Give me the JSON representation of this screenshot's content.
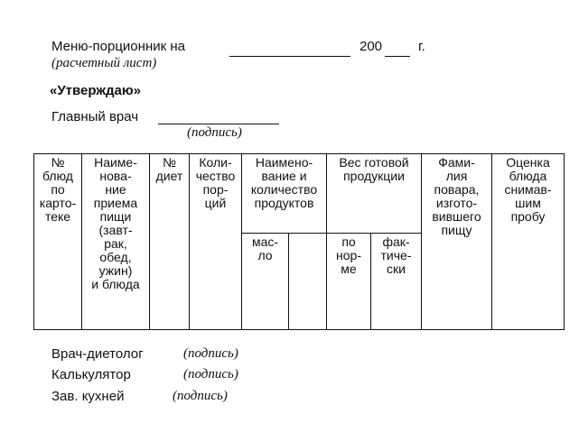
{
  "header": {
    "menu_title": "Меню-порционник на",
    "year_prefix": "200",
    "year_suffix": "г.",
    "calc_sheet": "(расчетный лист)",
    "approve": "«Утверждаю»",
    "chief_doctor": "Главный врач",
    "signature_note": "(подпись)"
  },
  "table": {
    "columns": [
      "№\nблюд\nпо\nкарто-\nтеке",
      "Наиме-\nнова-\nние\nприема\nпищи\n(завт-\nрак,\nобед,\nужин)\nи блюда",
      "№\nдиет",
      "Коли-\nчество\nпор-\nций",
      "Наимено-\nвание и\nколичество\nпродуктов",
      "Вес готовой\nпродукции",
      "Фами-\nлия\nповара,\nизгото-\nвившего\nпищу",
      "Оценка\nблюда\nснимав-\nшим\nпробу"
    ],
    "sub_products": [
      "мас-\nло",
      ""
    ],
    "sub_weight": [
      "по\nнор-\nме",
      "фак-\nтиче-\nски"
    ]
  },
  "footer": {
    "rows": [
      {
        "role": "Врач-диетолог",
        "sig": "(подпись)"
      },
      {
        "role": "Калькулятор",
        "sig": "(подпись)"
      },
      {
        "role": "Зав. кухней",
        "sig": "(подпись)"
      }
    ]
  }
}
